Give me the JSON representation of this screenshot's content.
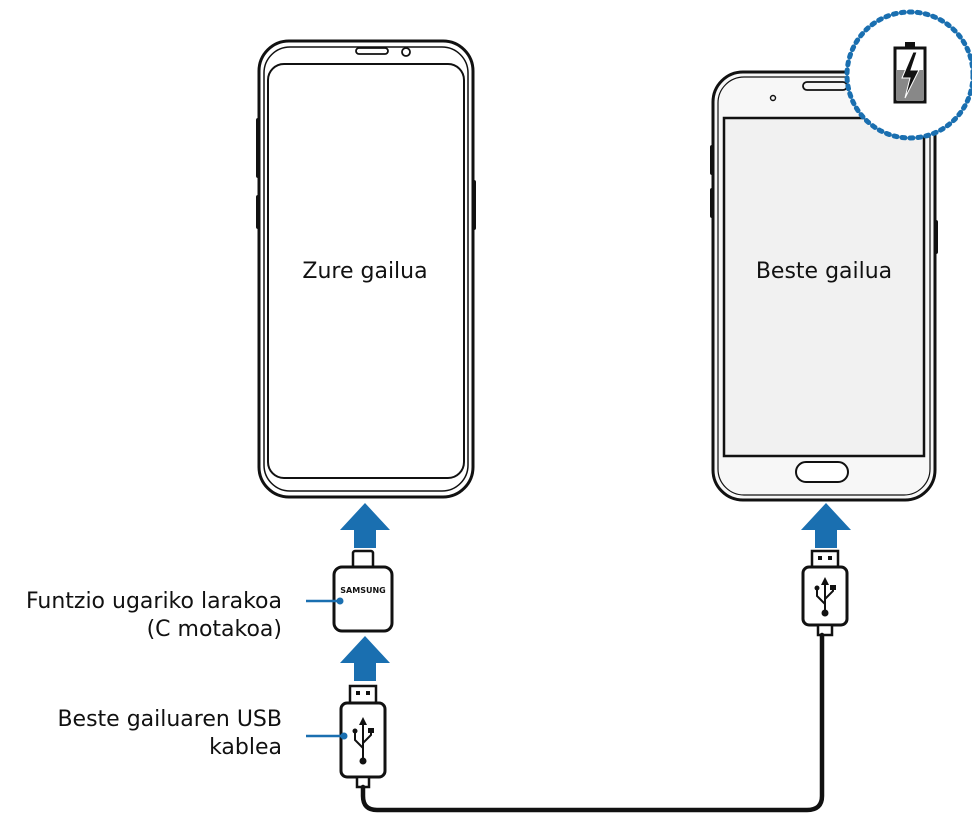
{
  "devices": {
    "left_label": "Zure gailua",
    "right_label": "Beste gailua"
  },
  "connector": {
    "brand": "SAMSUNG",
    "label_line1": "Funtzio ugariko larakoa",
    "label_line2": "(C motakoa)"
  },
  "cable": {
    "label_line1": "Beste gailuaren USB",
    "label_line2": "kablea"
  },
  "colors": {
    "arrow": "#1a6fb0",
    "callout": "#1a6fb0",
    "badge_border": "#1a6fb0",
    "screen_left": "#ffffff",
    "screen_right": "#f1f1f1",
    "outline": "#111111"
  },
  "icons": [
    "battery-charging-icon",
    "usb-icon",
    "arrow-up-icon"
  ]
}
